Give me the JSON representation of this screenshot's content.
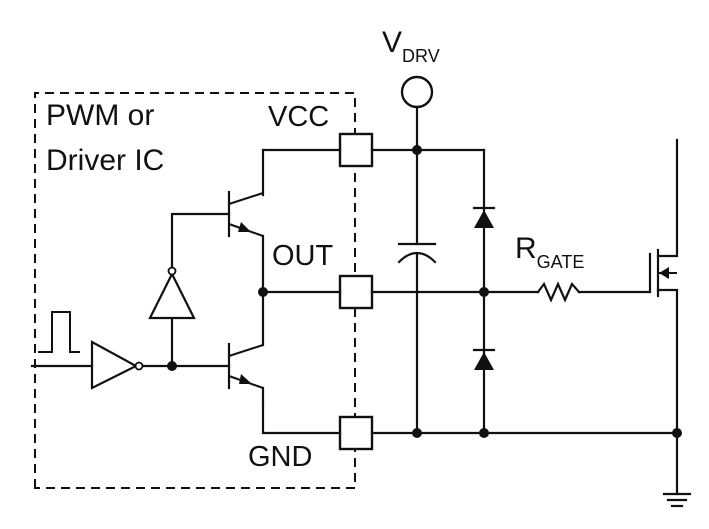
{
  "ic_block": {
    "label_line1": "PWM or",
    "label_line2": "Driver IC"
  },
  "pins": {
    "vcc": "VCC",
    "out": "OUT",
    "gnd": "GND"
  },
  "supply": {
    "label_main": "V",
    "label_sub": "DRV"
  },
  "resistor": {
    "label_main": "R",
    "label_sub": "GATE"
  },
  "colors": {
    "ink": "#111111",
    "background": "#ffffff"
  }
}
